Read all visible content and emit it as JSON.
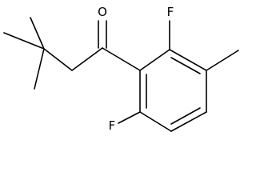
{
  "molecule": {
    "atoms": {
      "oxygen": "O",
      "fluorine_top": "F",
      "fluorine_bottom": "F"
    },
    "colors": {
      "bond": "#000000",
      "label": "#000000",
      "background": "#ffffff"
    }
  }
}
